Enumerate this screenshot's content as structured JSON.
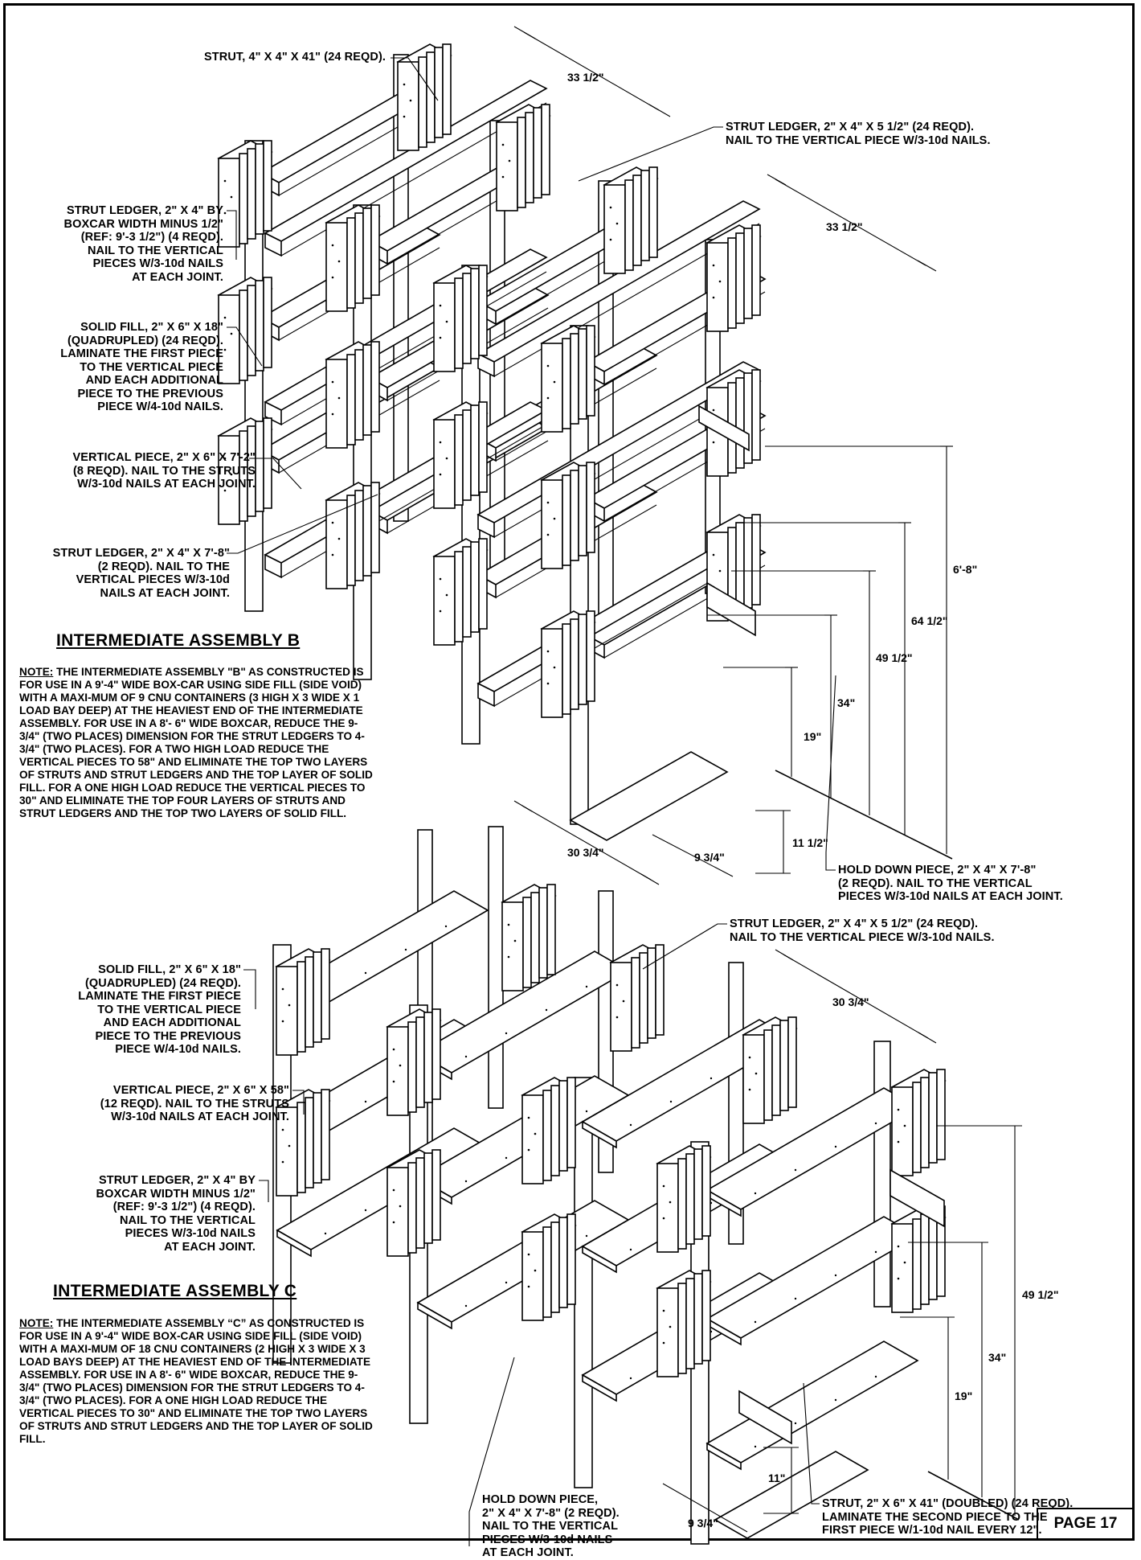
{
  "assembly_b": {
    "heading": "INTERMEDIATE ASSEMBLY B",
    "note_label": "NOTE:",
    "note_text": "THE INTERMEDIATE ASSEMBLY \"B\" AS CONSTRUCTED IS FOR USE IN A 9'-4\" WIDE BOX-CAR USING SIDE FILL (SIDE VOID) WITH A MAXI-MUM OF 9 CNU CONTAINERS (3 HIGH X 3 WIDE X 1 LOAD BAY DEEP) AT THE HEAVIEST END OF THE INTERMEDIATE ASSEMBLY.  FOR USE IN A 8'- 6\" WIDE BOXCAR, REDUCE THE 9-3/4\" (TWO PLACES) DIMENSION FOR THE STRUT LEDGERS TO 4-3/4\" (TWO PLACES).  FOR A TWO HIGH LOAD REDUCE THE VERTICAL PIECES TO 58\" AND ELIMINATE THE TOP TWO LAYERS OF STRUTS AND STRUT LEDGERS AND THE TOP LAYER OF SOLID FILL.  FOR A ONE HIGH LOAD REDUCE THE VERTICAL PIECES TO 30\" AND ELIMINATE THE TOP FOUR LAYERS OF STRUTS AND STRUT LEDGERS AND THE TOP TWO LAYERS OF SOLID FILL.",
    "callouts": {
      "strut": "STRUT, 4\" X 4\" X 41\" (24 REQD).",
      "strut_ledger_short": "STRUT LEDGER, 2\" X 4\" X 5 1/2\" (24 REQD).\nNAIL TO THE VERTICAL PIECE W/3-10d NAILS.",
      "strut_ledger_boxcar": "STRUT LEDGER, 2\" X 4\" BY\nBOXCAR WIDTH MINUS 1/2\"\n(REF: 9'-3 1/2\") (4 REQD).\nNAIL TO THE VERTICAL\nPIECES W/3-10d NAILS\nAT EACH JOINT.",
      "solid_fill": "SOLID FILL, 2\" X 6\" X 18\"\n(QUADRUPLED) (24 REQD).\nLAMINATE THE FIRST PIECE\nTO THE VERTICAL PIECE\nAND EACH ADDITIONAL\nPIECE TO THE PREVIOUS\nPIECE W/4-10d NAILS.",
      "vertical_piece": "VERTICAL PIECE, 2\" X 6\" X 7'-2\"\n(8 REQD).  NAIL TO THE STRUTS\nW/3-10d NAILS AT EACH JOINT.",
      "strut_ledger_long": "STRUT LEDGER, 2\" X 4\" X 7'-8\"\n(2 REQD).  NAIL TO THE\nVERTICAL PIECES W/3-10d\nNAILS AT EACH JOINT.",
      "hold_down": "HOLD DOWN PIECE, 2\" X 4\" X 7'-8\"\n(2 REQD).  NAIL TO THE VERTICAL\nPIECES W/3-10d NAILS AT EACH JOINT."
    },
    "dimensions": {
      "top_depth_1": "33 1/2\"",
      "top_depth_2": "33 1/2\"",
      "h_6_8": "6'-8\"",
      "h_64_5": "64 1/2\"",
      "h_49_5": "49 1/2\"",
      "h_34": "34\"",
      "h_19": "19\"",
      "h_11_5": "11 1/2\"",
      "w_9_75": "9 3/4\""
    }
  },
  "assembly_c": {
    "heading": "INTERMEDIATE ASSEMBLY C",
    "note_label": "NOTE:",
    "note_text": "THE INTERMEDIATE ASSEMBLY “C” AS CONSTRUCTED IS FOR USE IN A 9'-4\" WIDE BOX-CAR USING SIDE FILL (SIDE VOID) WITH A MAXI-MUM OF 18 CNU CONTAINERS (2 HIGH X 3 WIDE X 3 LOAD BAYS DEEP) AT THE HEAVIEST END OF THE INTERMEDIATE ASSEMBLY.  FOR USE IN A 8'- 6\" WIDE BOXCAR, REDUCE THE 9-3/4\" (TWO PLACES) DIMENSION FOR THE STRUT LEDGERS TO 4-3/4\" (TWO PLACES).  FOR A ONE HIGH LOAD REDUCE THE VERTICAL PIECES TO 30\" AND ELIMINATE THE TOP TWO LAYERS OF STRUTS AND STRUT LEDGERS AND THE TOP LAYER OF SOLID FILL.",
    "callouts": {
      "strut_ledger_short": "STRUT LEDGER, 2\" X 4\" X 5 1/2\" (24 REQD).\nNAIL TO THE VERTICAL PIECE W/3-10d NAILS.",
      "solid_fill": "SOLID FILL, 2\" X 6\" X 18\"\n(QUADRUPLED) (24 REQD).\nLAMINATE THE FIRST PIECE\nTO THE VERTICAL PIECE\nAND EACH ADDITIONAL\nPIECE TO THE PREVIOUS\nPIECE W/4-10d NAILS.",
      "vertical_piece": "VERTICAL PIECE, 2\" X 6\" X 58\"\n(12 REQD).  NAIL TO THE STRUTS\nW/3-10d NAILS AT EACH JOINT.",
      "strut_ledger_boxcar": "STRUT LEDGER, 2\" X 4\" BY\nBOXCAR WIDTH MINUS 1/2\"\n(REF: 9'-3 1/2\") (4 REQD).\nNAIL TO THE VERTICAL\nPIECES W/3-10d NAILS\nAT EACH JOINT.",
      "hold_down": "HOLD DOWN PIECE,\n2\" X 4\" X 7'-8\" (2 REQD).\nNAIL TO THE VERTICAL\nPIECES W/3-10d NAILS\nAT EACH JOINT.",
      "strut_doubled": "STRUT, 2\" X 6\" X 41\" (DOUBLED) (24 REQD).\nLAMINATE THE SECOND PIECE TO THE\nFIRST PIECE W/1-10d NAIL EVERY 12\"."
    },
    "dimensions": {
      "top_depth_1": "30 3/4\"",
      "top_depth_2": "30 3/4\"",
      "h_49_5": "49 1/2\"",
      "h_34": "34\"",
      "h_19": "19\"",
      "h_11": "11\"",
      "w_9_75": "9 3/4\""
    }
  },
  "page_number": "PAGE 17"
}
